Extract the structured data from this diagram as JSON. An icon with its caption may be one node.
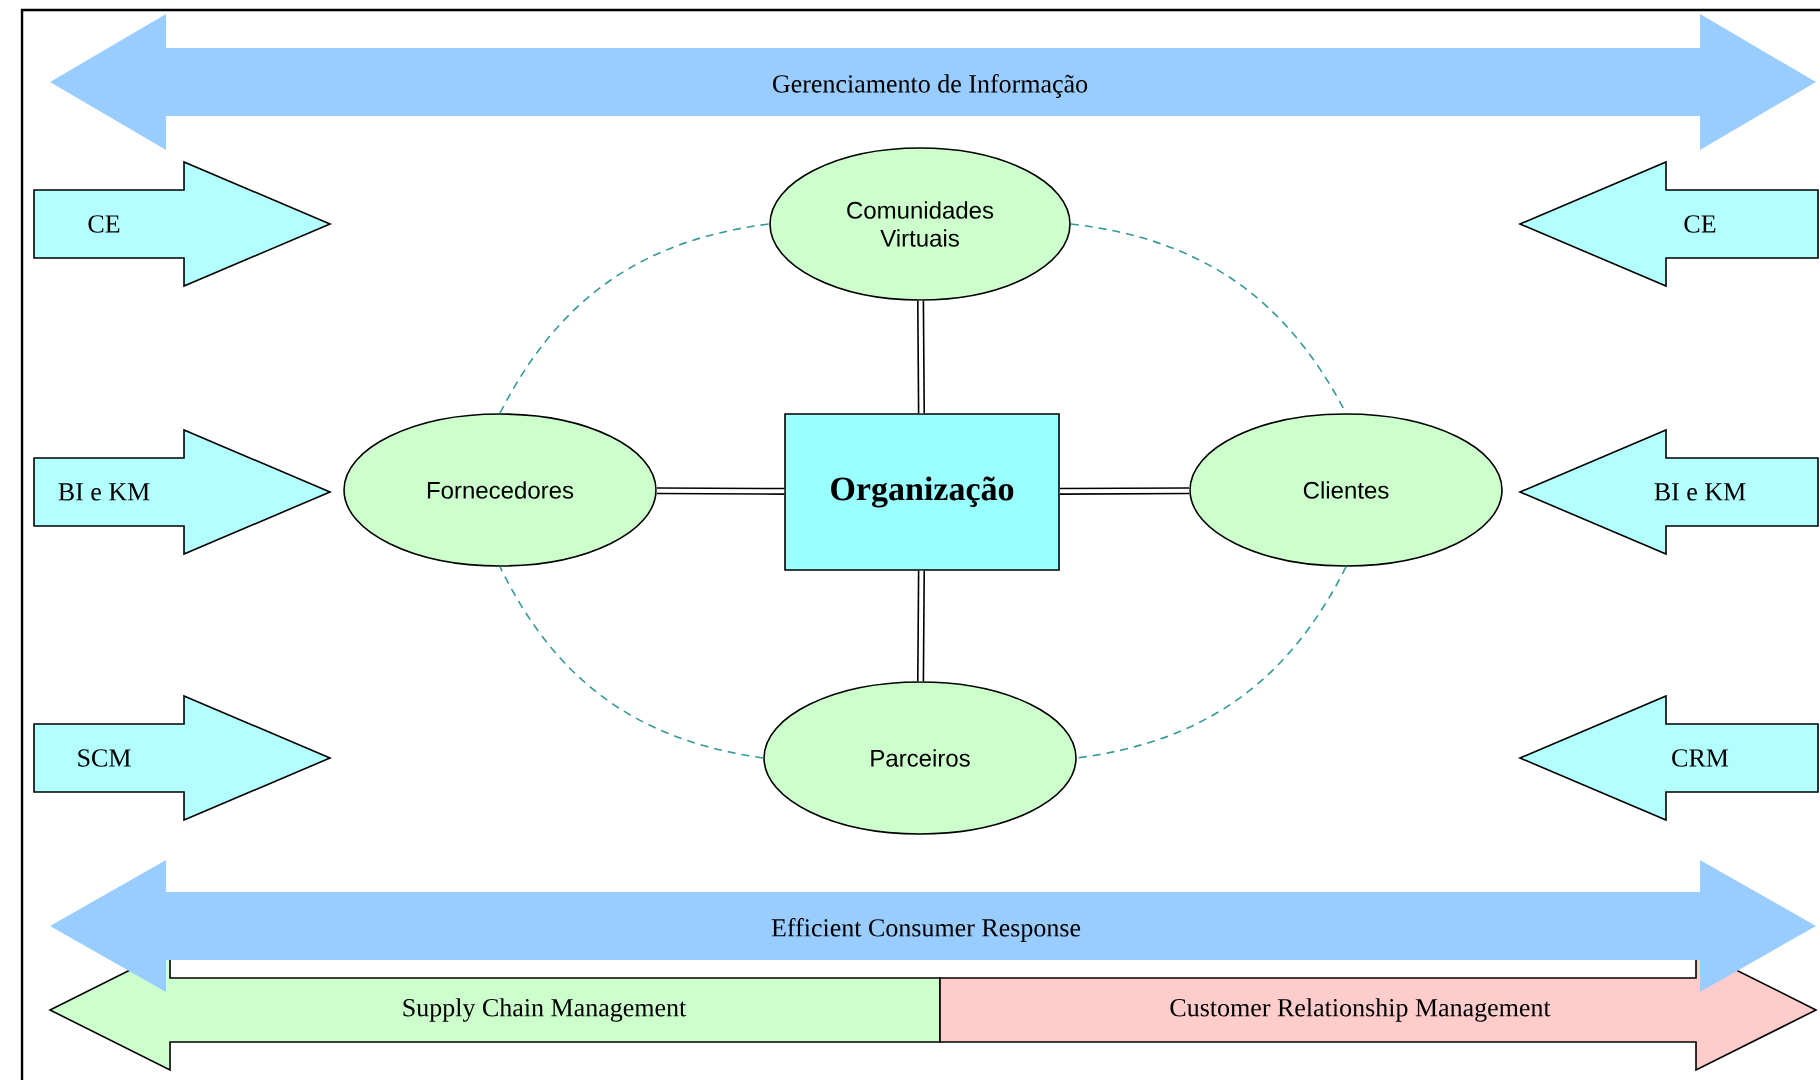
{
  "diagram": {
    "nodes": [
      {
        "text": [
          "Gerenciamento de Informação"
        ]
      },
      {
        "text": [
          "CE"
        ]
      },
      {
        "text": [
          "Comunidades Virtuais"
        ]
      },
      {
        "text": [
          "CE"
        ]
      },
      {
        "text": [
          "BI e KM"
        ]
      },
      {
        "text": [
          "Fornecedores"
        ]
      },
      {
        "text": [
          "Organização"
        ]
      },
      {
        "text": [
          "Clientes"
        ]
      },
      {
        "text": [
          "BI e KM"
        ]
      },
      {
        "text": [
          "Parceiros"
        ]
      },
      {
        "text": [
          "SCM"
        ]
      },
      {
        "text": [
          "CRM"
        ]
      },
      {
        "text": [
          "Efficient Consumer Response"
        ]
      },
      {
        "text": [
          "Supply Chain Management"
        ]
      },
      {
        "text": [
          "Customer Relationship Management"
        ]
      }
    ],
    "edges": [
      {
        "from": 6,
        "to": 2,
        "arrow": "none",
        "style": "thick"
      },
      {
        "from": 6,
        "to": 5,
        "arrow": "none",
        "style": "thick"
      },
      {
        "from": 6,
        "to": 7,
        "arrow": "none",
        "style": "thick"
      },
      {
        "from": 6,
        "to": 9,
        "arrow": "none",
        "style": "thick"
      },
      {
        "from": 5,
        "to": 2,
        "arrow": "none",
        "style": "dashed",
        "color": "#339999"
      },
      {
        "from": 2,
        "to": 7,
        "arrow": "none",
        "style": "dashed",
        "color": "#339999"
      },
      {
        "from": 7,
        "to": 9,
        "arrow": "none",
        "style": "dashed",
        "color": "#339999"
      },
      {
        "from": 9,
        "to": 5,
        "arrow": "none",
        "style": "dashed",
        "color": "#339999"
      }
    ]
  }
}
